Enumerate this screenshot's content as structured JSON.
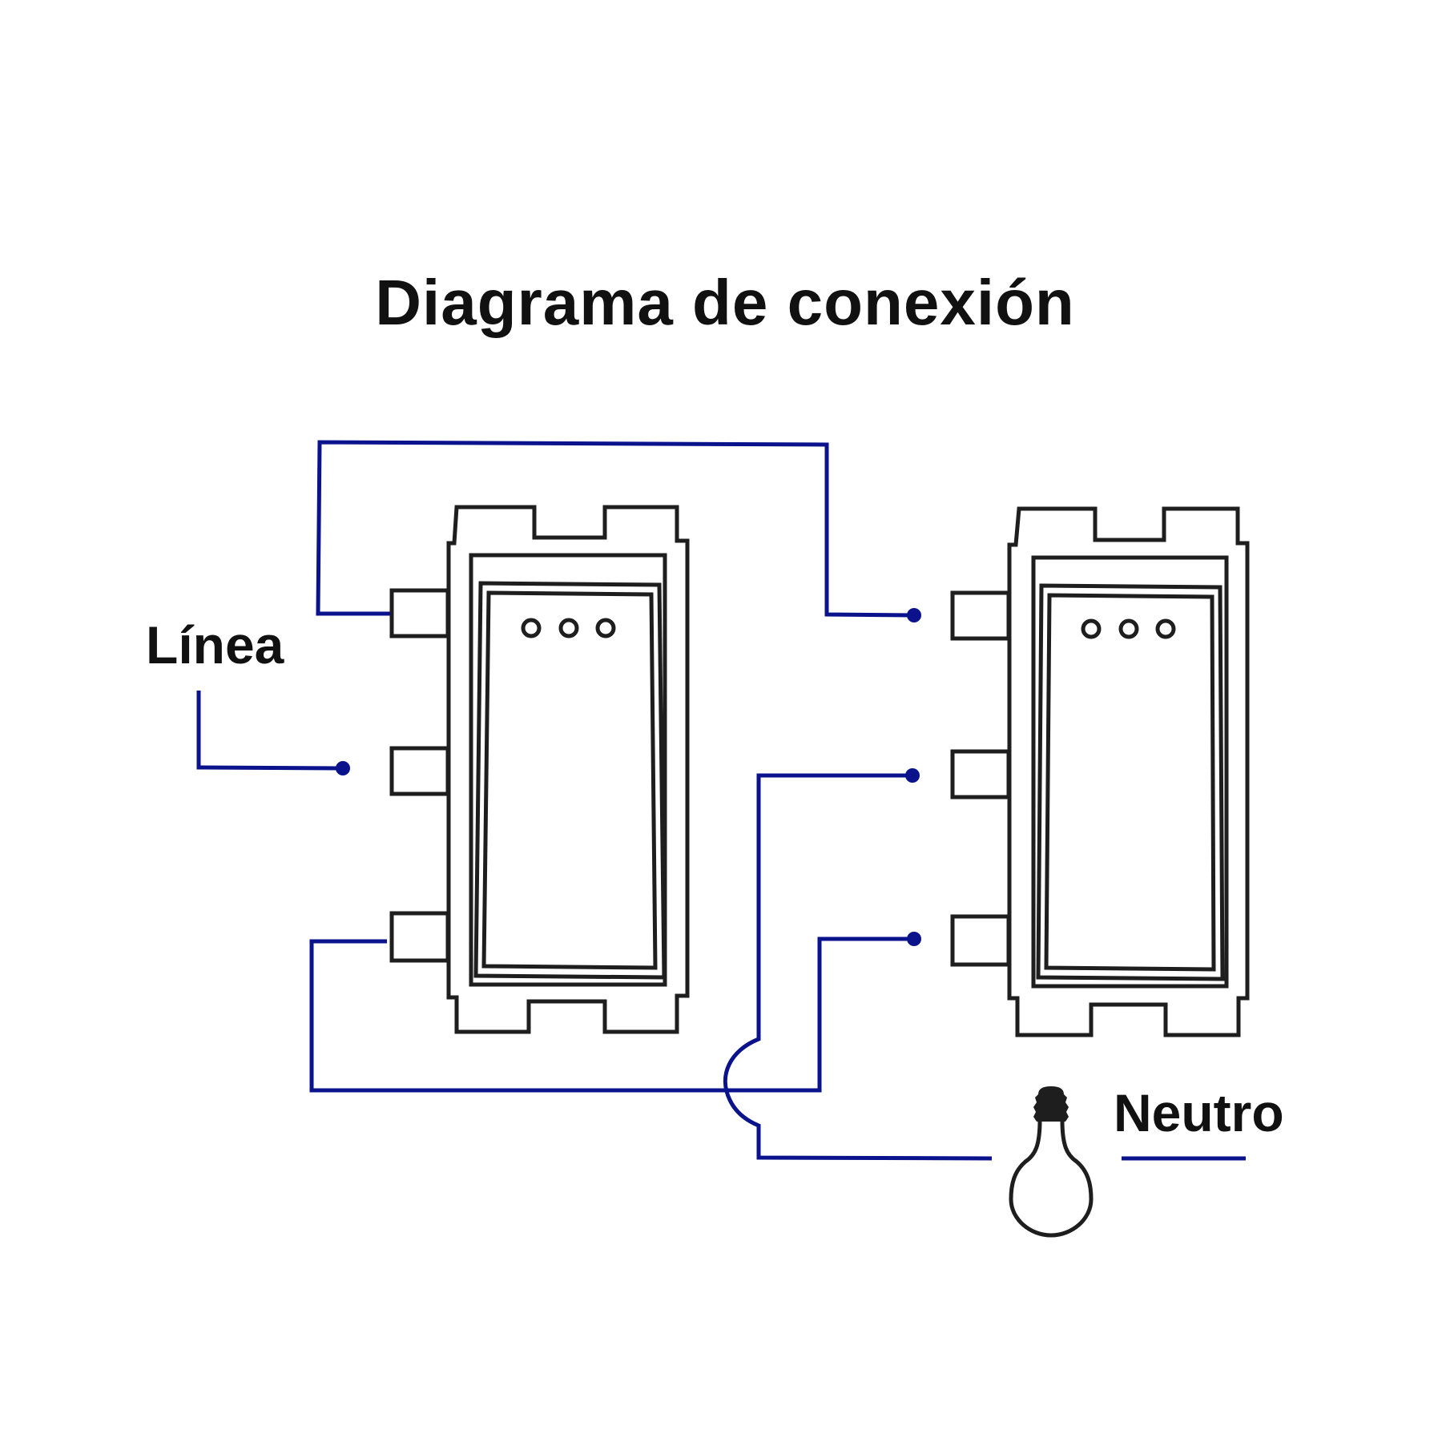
{
  "title": "Diagrama de conexión",
  "labels": {
    "linea": "Línea",
    "neutro": "Neutro"
  },
  "colors": {
    "wire": "#0a128c",
    "outline": "#1e1e1e",
    "text": "#111111",
    "background": "#ffffff"
  },
  "components": {
    "switches": [
      "switch-left",
      "switch-right"
    ],
    "lamp": "light-bulb-icon"
  }
}
